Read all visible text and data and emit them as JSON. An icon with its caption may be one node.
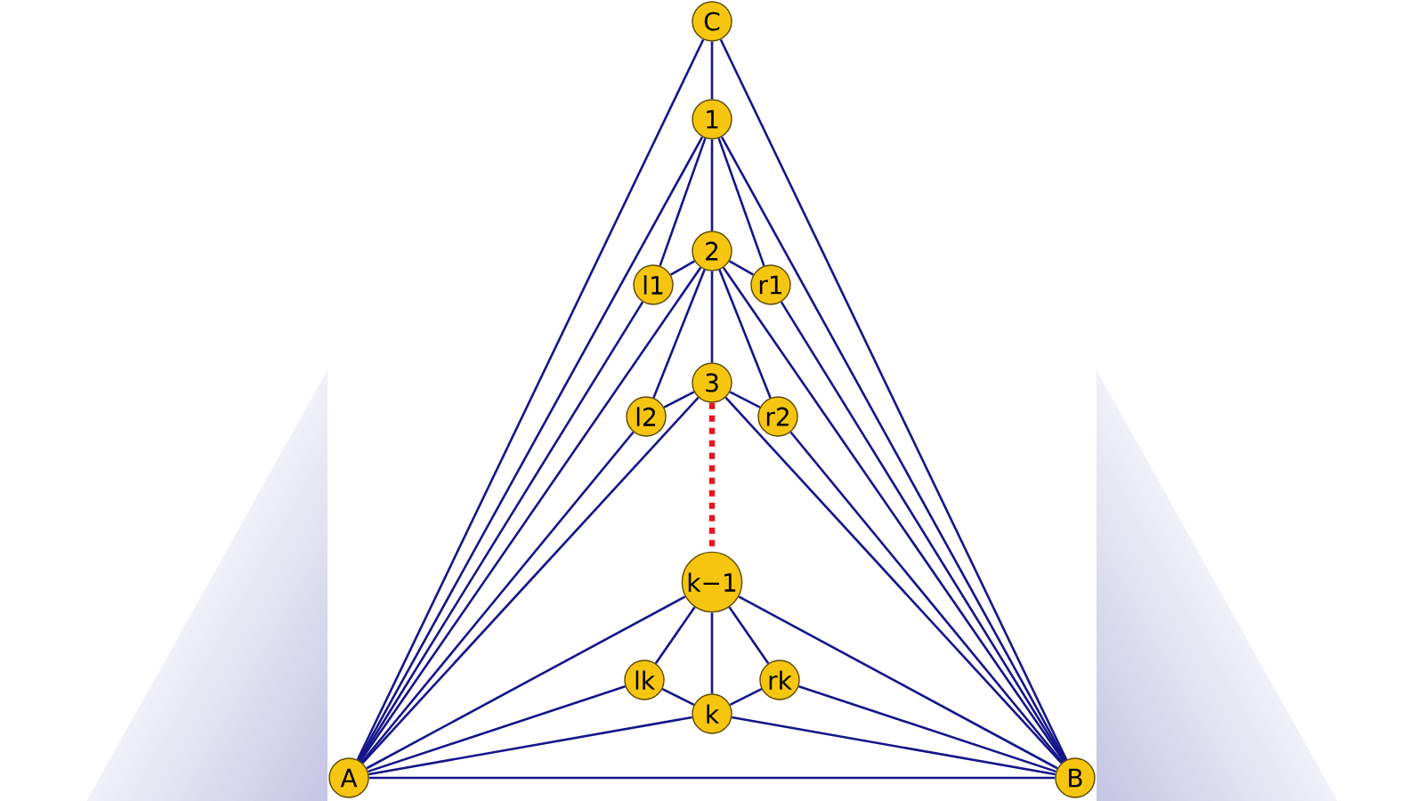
{
  "diagram": {
    "nodes": [
      {
        "text": [
          "C"
        ]
      },
      {
        "text": [
          "1"
        ]
      },
      {
        "text": [
          "2"
        ]
      },
      {
        "text": [
          "l1"
        ]
      },
      {
        "text": [
          "r1"
        ]
      },
      {
        "text": [
          "3"
        ]
      },
      {
        "text": [
          "l2"
        ]
      },
      {
        "text": [
          "r2"
        ]
      },
      {
        "text": [
          "k−1"
        ]
      },
      {
        "text": [
          "lk"
        ]
      },
      {
        "text": [
          "rk"
        ]
      },
      {
        "text": [
          "k"
        ]
      },
      {
        "text": [
          "A"
        ]
      },
      {
        "text": [
          "B"
        ]
      }
    ],
    "edges": [
      {
        "from": 0,
        "to": 1,
        "arrow": "none"
      },
      {
        "from": 0,
        "to": 12,
        "arrow": "none"
      },
      {
        "from": 0,
        "to": 13,
        "arrow": "none"
      },
      {
        "from": 1,
        "to": 3,
        "arrow": "none"
      },
      {
        "from": 1,
        "to": 2,
        "arrow": "none"
      },
      {
        "from": 1,
        "to": 4,
        "arrow": "none"
      },
      {
        "from": 1,
        "to": 12,
        "arrow": "none"
      },
      {
        "from": 1,
        "to": 13,
        "arrow": "none"
      },
      {
        "from": 3,
        "to": 2,
        "arrow": "none"
      },
      {
        "from": 3,
        "to": 12,
        "arrow": "none"
      },
      {
        "from": 2,
        "to": 4,
        "arrow": "none"
      },
      {
        "from": 4,
        "to": 13,
        "arrow": "none"
      },
      {
        "from": 2,
        "to": 6,
        "arrow": "none"
      },
      {
        "from": 2,
        "to": 5,
        "arrow": "none"
      },
      {
        "from": 2,
        "to": 7,
        "arrow": "none"
      },
      {
        "from": 2,
        "to": 12,
        "arrow": "none"
      },
      {
        "from": 2,
        "to": 13,
        "arrow": "none"
      },
      {
        "from": 6,
        "to": 5,
        "arrow": "none"
      },
      {
        "from": 6,
        "to": 12,
        "arrow": "none"
      },
      {
        "from": 5,
        "to": 7,
        "arrow": "none"
      },
      {
        "from": 7,
        "to": 13,
        "arrow": "none"
      },
      {
        "from": 5,
        "to": 12,
        "arrow": "none"
      },
      {
        "from": 5,
        "to": 13,
        "arrow": "none"
      },
      {
        "from": 5,
        "to": 8,
        "arrow": "none",
        "style": "dashed",
        "color": "#e8141e"
      },
      {
        "from": 8,
        "to": 9,
        "arrow": "none"
      },
      {
        "from": 8,
        "to": 11,
        "arrow": "none"
      },
      {
        "from": 8,
        "to": 10,
        "arrow": "none"
      },
      {
        "from": 8,
        "to": 12,
        "arrow": "none"
      },
      {
        "from": 8,
        "to": 13,
        "arrow": "none"
      },
      {
        "from": 9,
        "to": 11,
        "arrow": "none"
      },
      {
        "from": 9,
        "to": 12,
        "arrow": "none"
      },
      {
        "from": 11,
        "to": 10,
        "arrow": "none"
      },
      {
        "from": 10,
        "to": 13,
        "arrow": "none"
      },
      {
        "from": 11,
        "to": 12,
        "arrow": "none"
      },
      {
        "from": 11,
        "to": 13,
        "arrow": "none"
      },
      {
        "from": 12,
        "to": 13,
        "arrow": "none"
      }
    ]
  }
}
